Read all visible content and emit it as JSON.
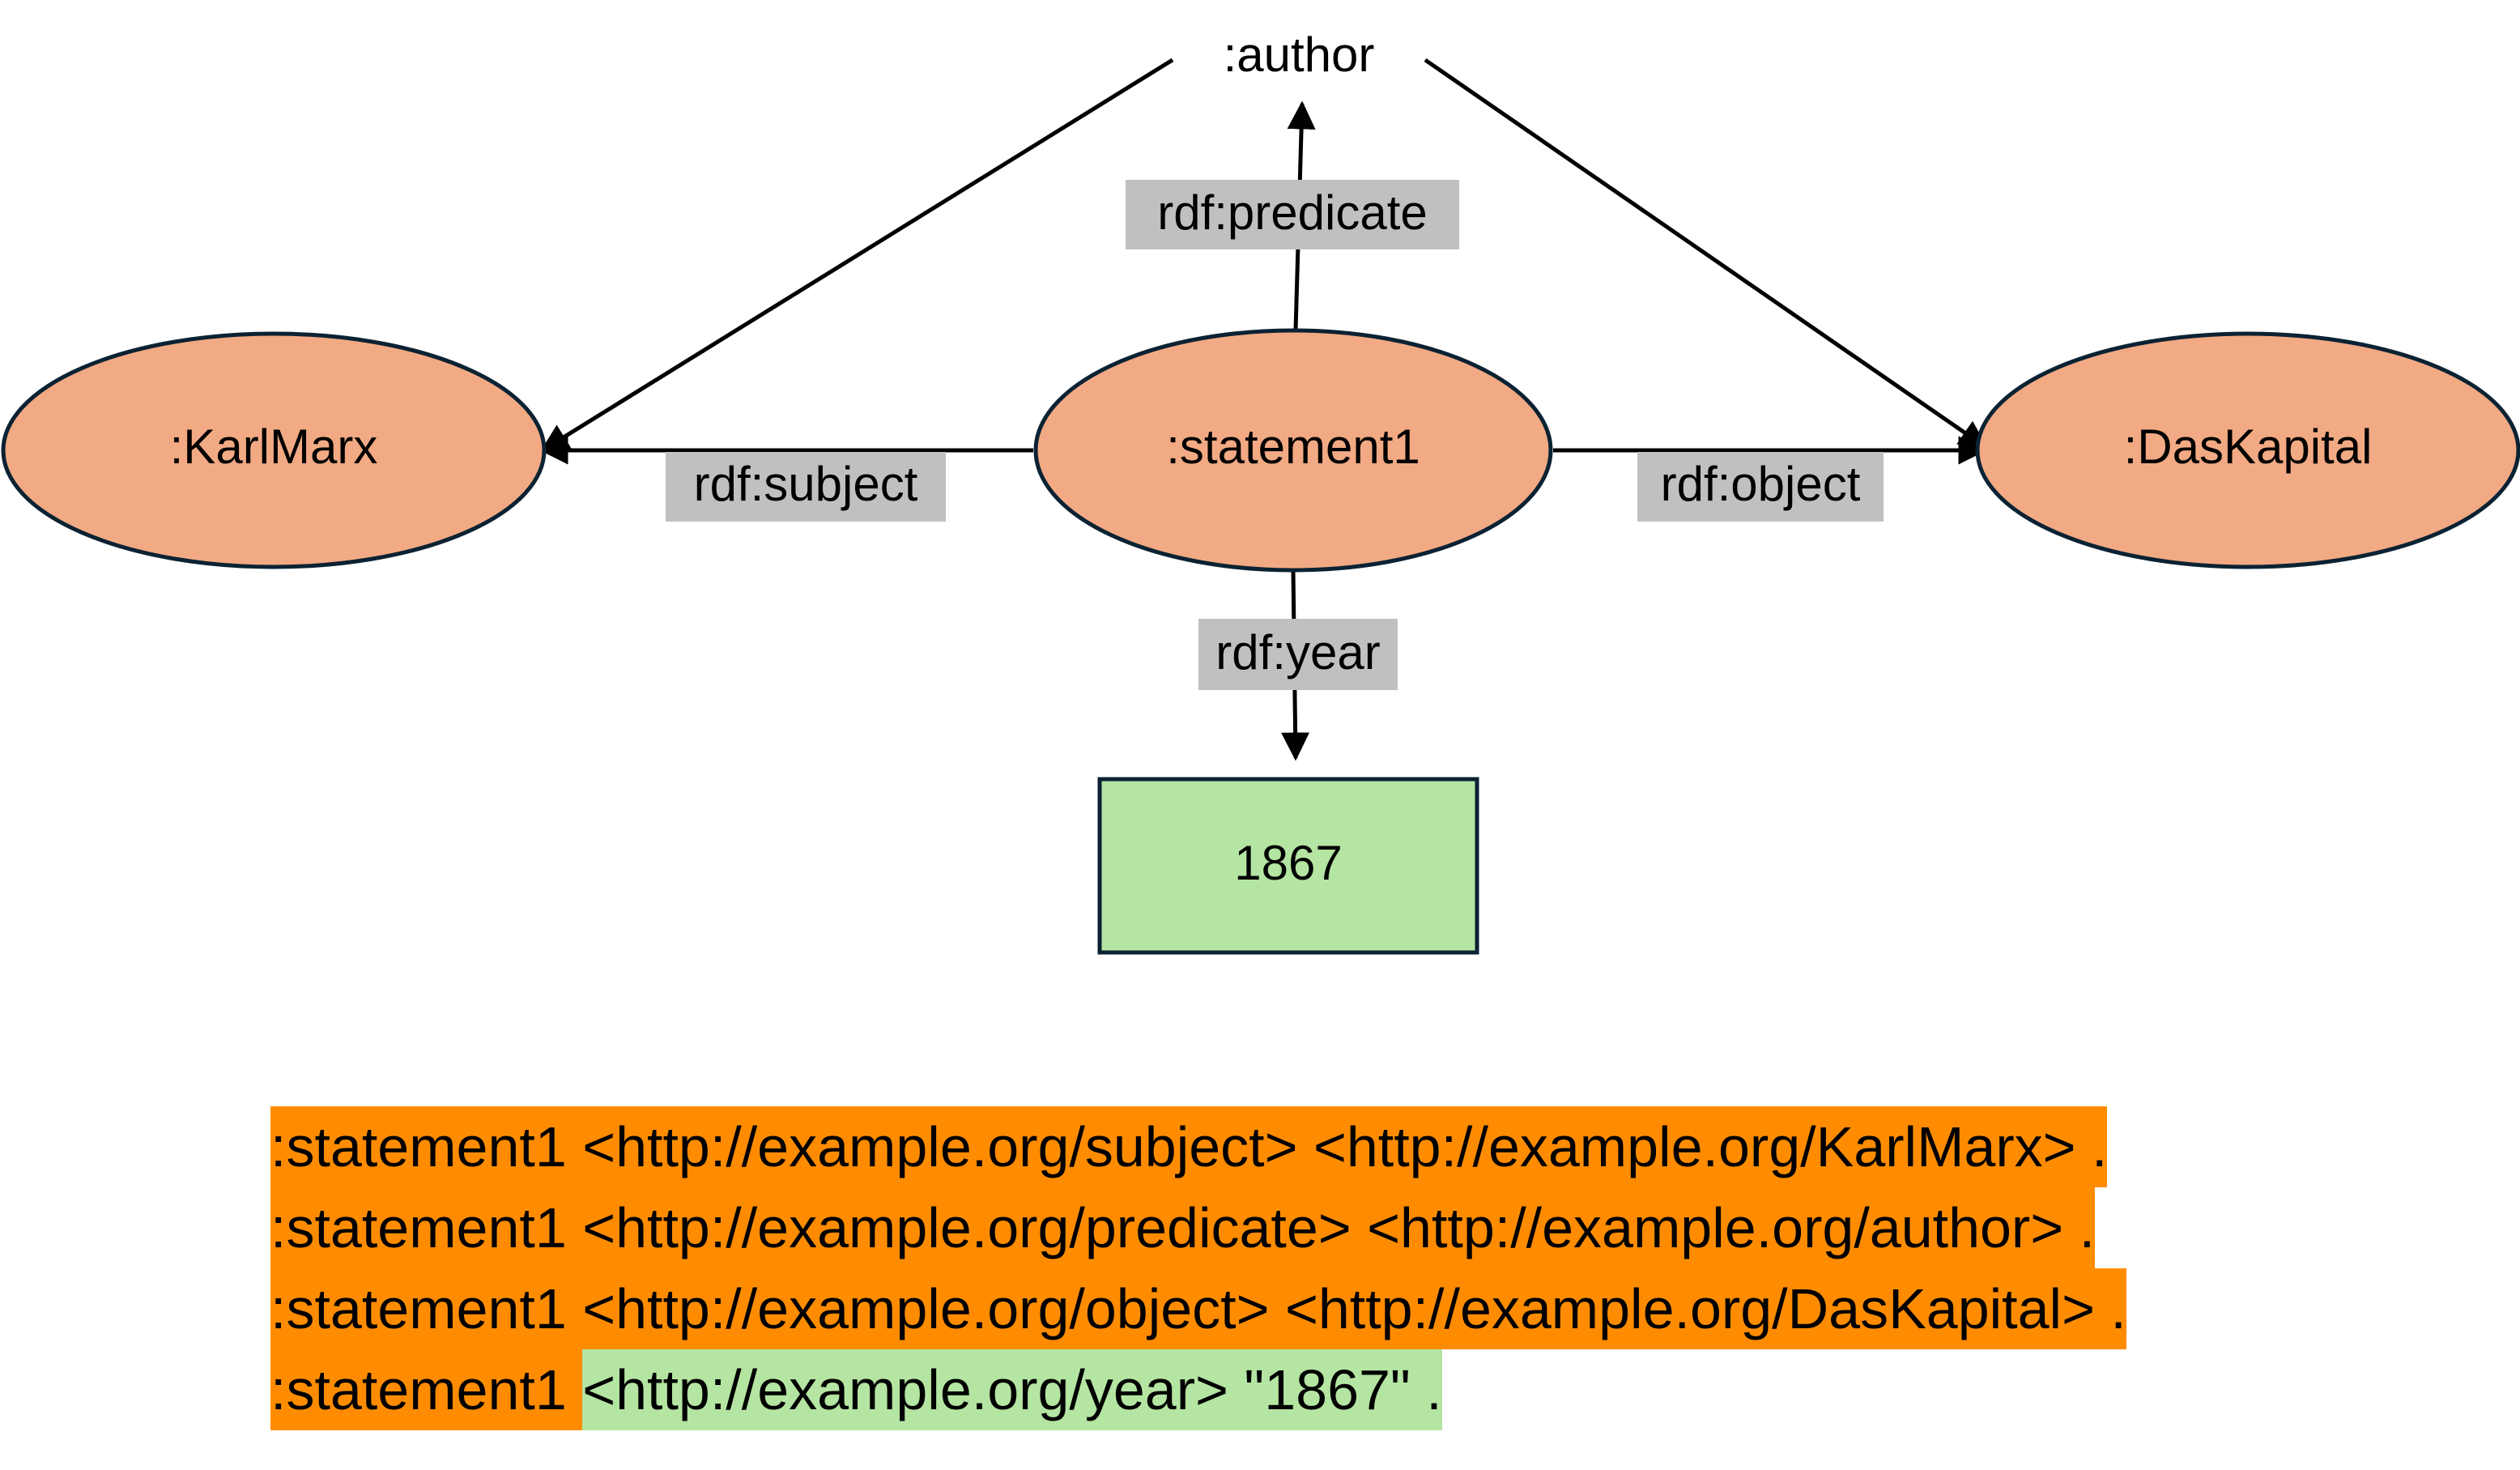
{
  "colors": {
    "resource_fill": "#f2aa84",
    "literal_fill": "#b4e5a2",
    "label_bg": "#c0c0c0",
    "triple_bg": "#ff8c00",
    "triple_literal_bg": "#b4e5a2",
    "stroke": "#0b2233"
  },
  "nodes": {
    "author": ":author",
    "karlmarx": ":KarlMarx",
    "statement1": ":statement1",
    "daskapital": ":DasKapital",
    "year_value": "1867"
  },
  "edges": {
    "predicate": "rdf:predicate",
    "subject": "rdf:subject",
    "object": "rdf:object",
    "year": "rdf:year"
  },
  "triples": [
    {
      "parts": [
        {
          "text": ":statement1 <http://example.org/subject> <http://example.org/KarlMarx> .",
          "highlight": "orange"
        }
      ]
    },
    {
      "parts": [
        {
          "text": ":statement1 <http://example.org/predicate> <http://example.org/author> .",
          "highlight": "orange"
        }
      ]
    },
    {
      "parts": [
        {
          "text": ":statement1 <http://example.org/object> <http://example.org/DasKapital> .",
          "highlight": "orange"
        }
      ]
    },
    {
      "parts": [
        {
          "text": ":statement1 ",
          "highlight": "orange"
        },
        {
          "text": "<http://example.org/year> \"1867\" .",
          "highlight": "green"
        }
      ]
    }
  ]
}
